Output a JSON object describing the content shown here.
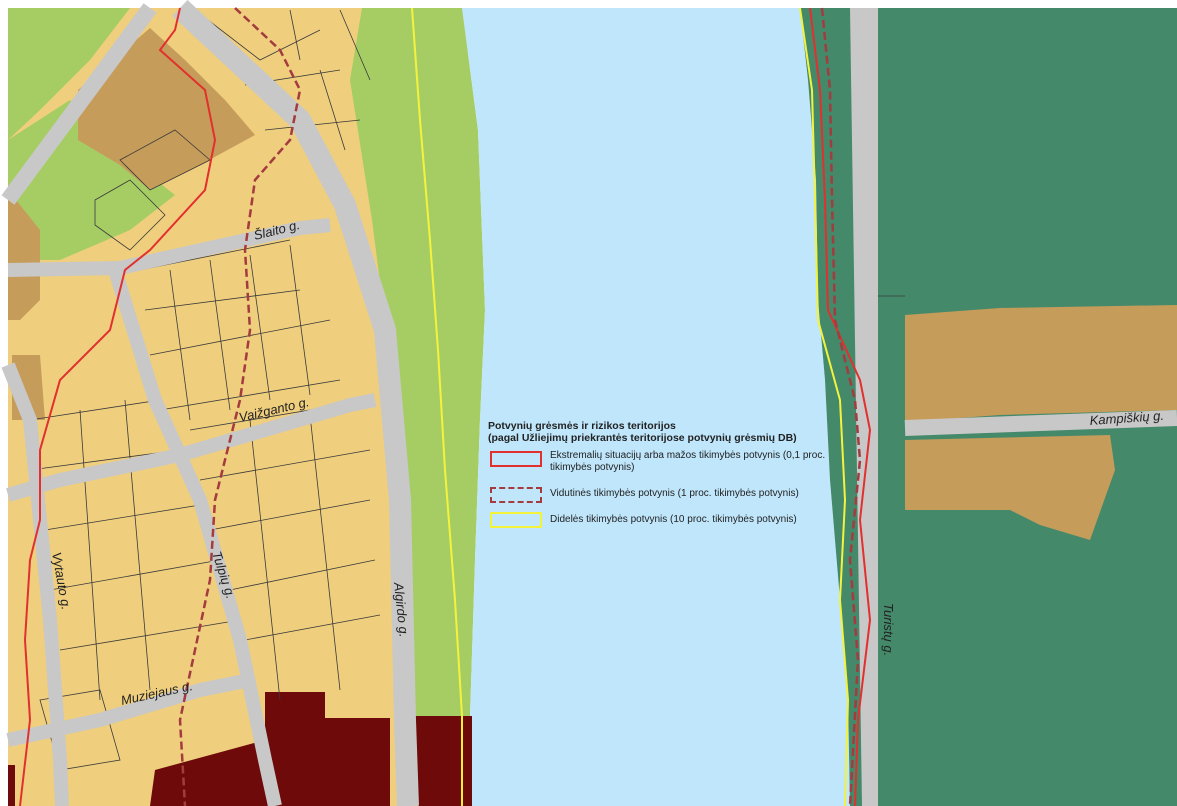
{
  "colors": {
    "residential": "#EFCE7E",
    "built_brown": "#C69C5A",
    "industrial": "#6E0A0A",
    "green_park": "#A6CD64",
    "forest": "#44896A",
    "water": "#BFE6FB",
    "road": "#C8C8C8",
    "flood_extreme": "#E2302F",
    "flood_medium": "#A33B3F",
    "flood_high": "#F3F33E"
  },
  "streets": {
    "slaito": "Šlaito g.",
    "vaizganto": "Vaižganto g.",
    "vytauto": "Vytauto g.",
    "tulpiu": "Tulpių g.",
    "muziejaus": "Muziejaus g.",
    "algirdo": "Algirdo g.",
    "turistu": "Turistų g.",
    "kampiskiu": "Kampiškių g."
  },
  "legend": {
    "title_line1": "Potvynių grėsmės ir rizikos teritorijos",
    "title_line2": "(pagal Užliejimų priekrantės teritorijose potvynių grėsmių DB)",
    "items": [
      {
        "label": "Ekstremalių situacijų arba mažos tikimybės potvynis (0,1 proc. tikimybės potvynis)",
        "style": "solid",
        "color": "#E2302F"
      },
      {
        "label": "Vidutinės tikimybės potvynis (1 proc. tikimybės potvynis)",
        "style": "dashed",
        "color": "#A33B3F"
      },
      {
        "label": "Didelės tikimybės potvynis (10 proc. tikimybės potvynis)",
        "style": "solid",
        "color": "#F3F33E"
      }
    ]
  }
}
